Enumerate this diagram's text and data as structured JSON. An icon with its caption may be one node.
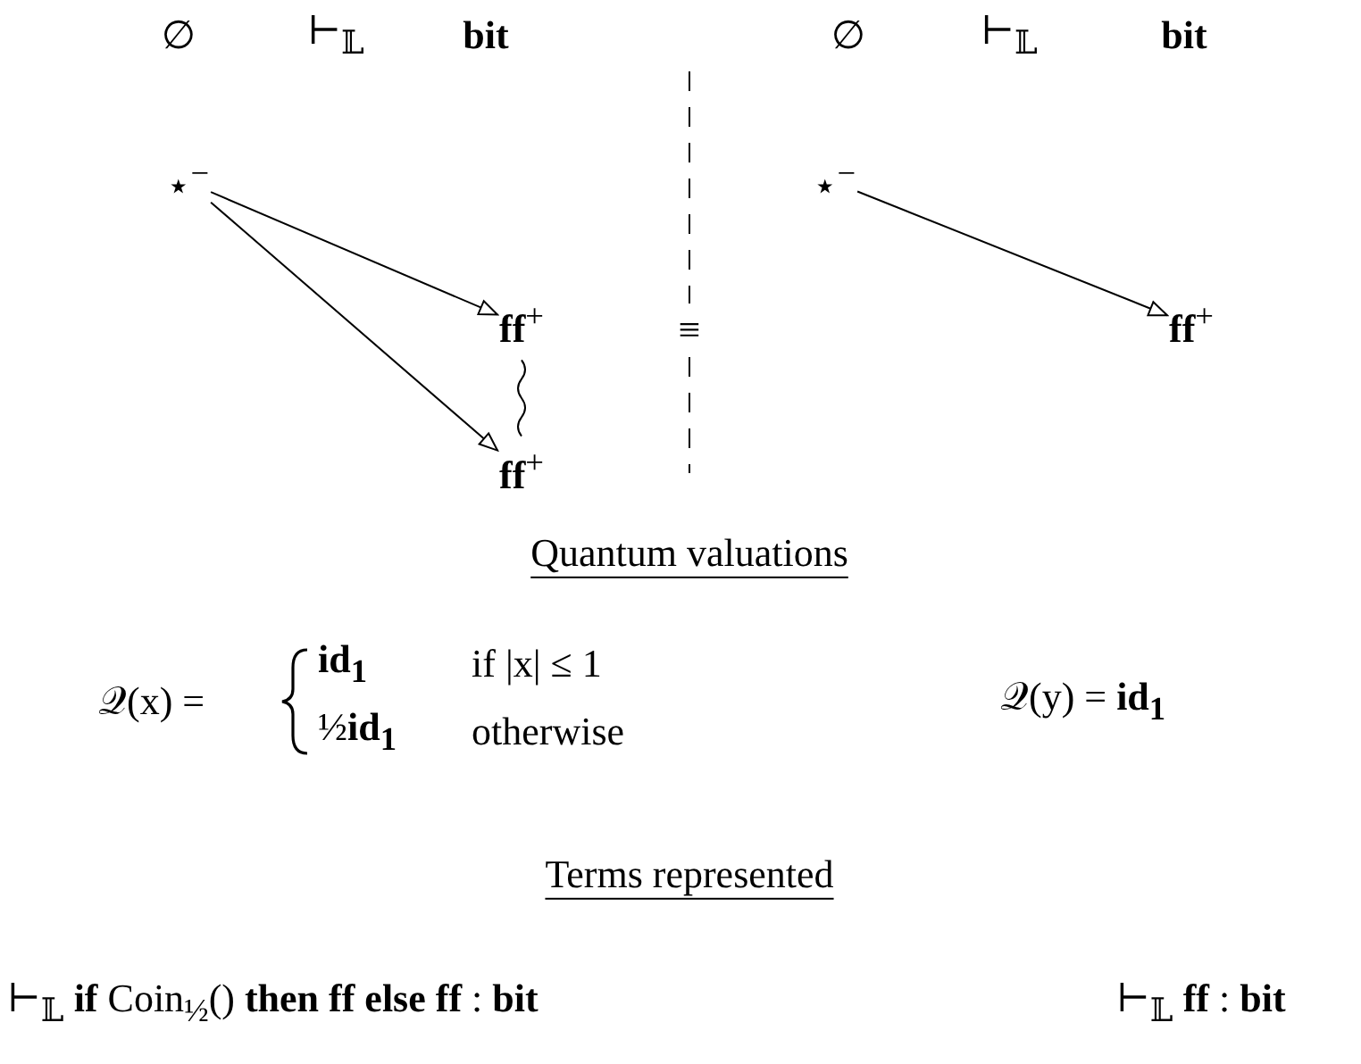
{
  "diagram": {
    "nodes": [
      {
        "text": [
          "⋆$^{−}$"
        ]
      },
      {
        "text": [
          "**ff**$^{+}$"
        ]
      },
      {
        "text": [
          "**ff**$^{+}$"
        ]
      },
      {
        "text": [
          "⋆$^{−}$"
        ]
      },
      {
        "text": [
          "**ff**$^{+}$"
        ]
      }
    ],
    "edges": [
      {
        "from": 0,
        "to": 1,
        "arrow": "to"
      },
      {
        "from": 0,
        "to": 2,
        "arrow": "to"
      },
      {
        "from": 1,
        "to": 2,
        "arrow": "none"
      },
      {
        "from": 3,
        "to": 4,
        "arrow": "to"
      }
    ],
    "labels": [
      "∅",
      "⊢$_{𝕃}$",
      "bit",
      "∅",
      "⊢$_{𝕃}$",
      "bit",
      "≡",
      "Quantum valuations",
      "𝒬(x) =",
      "**id$_{1}$**",
      "if |x| ≤ 1",
      "½**id$_{1}$**",
      "otherwise",
      "𝒬(y) = **id$_{1}$**",
      "Terms represented",
      "⊢$_{𝕃}$ **if** Coin$_{½}$() **then ff else ff** : **bit**",
      "⊢$_{𝕃}$ **ff** : **bit**"
    ]
  }
}
